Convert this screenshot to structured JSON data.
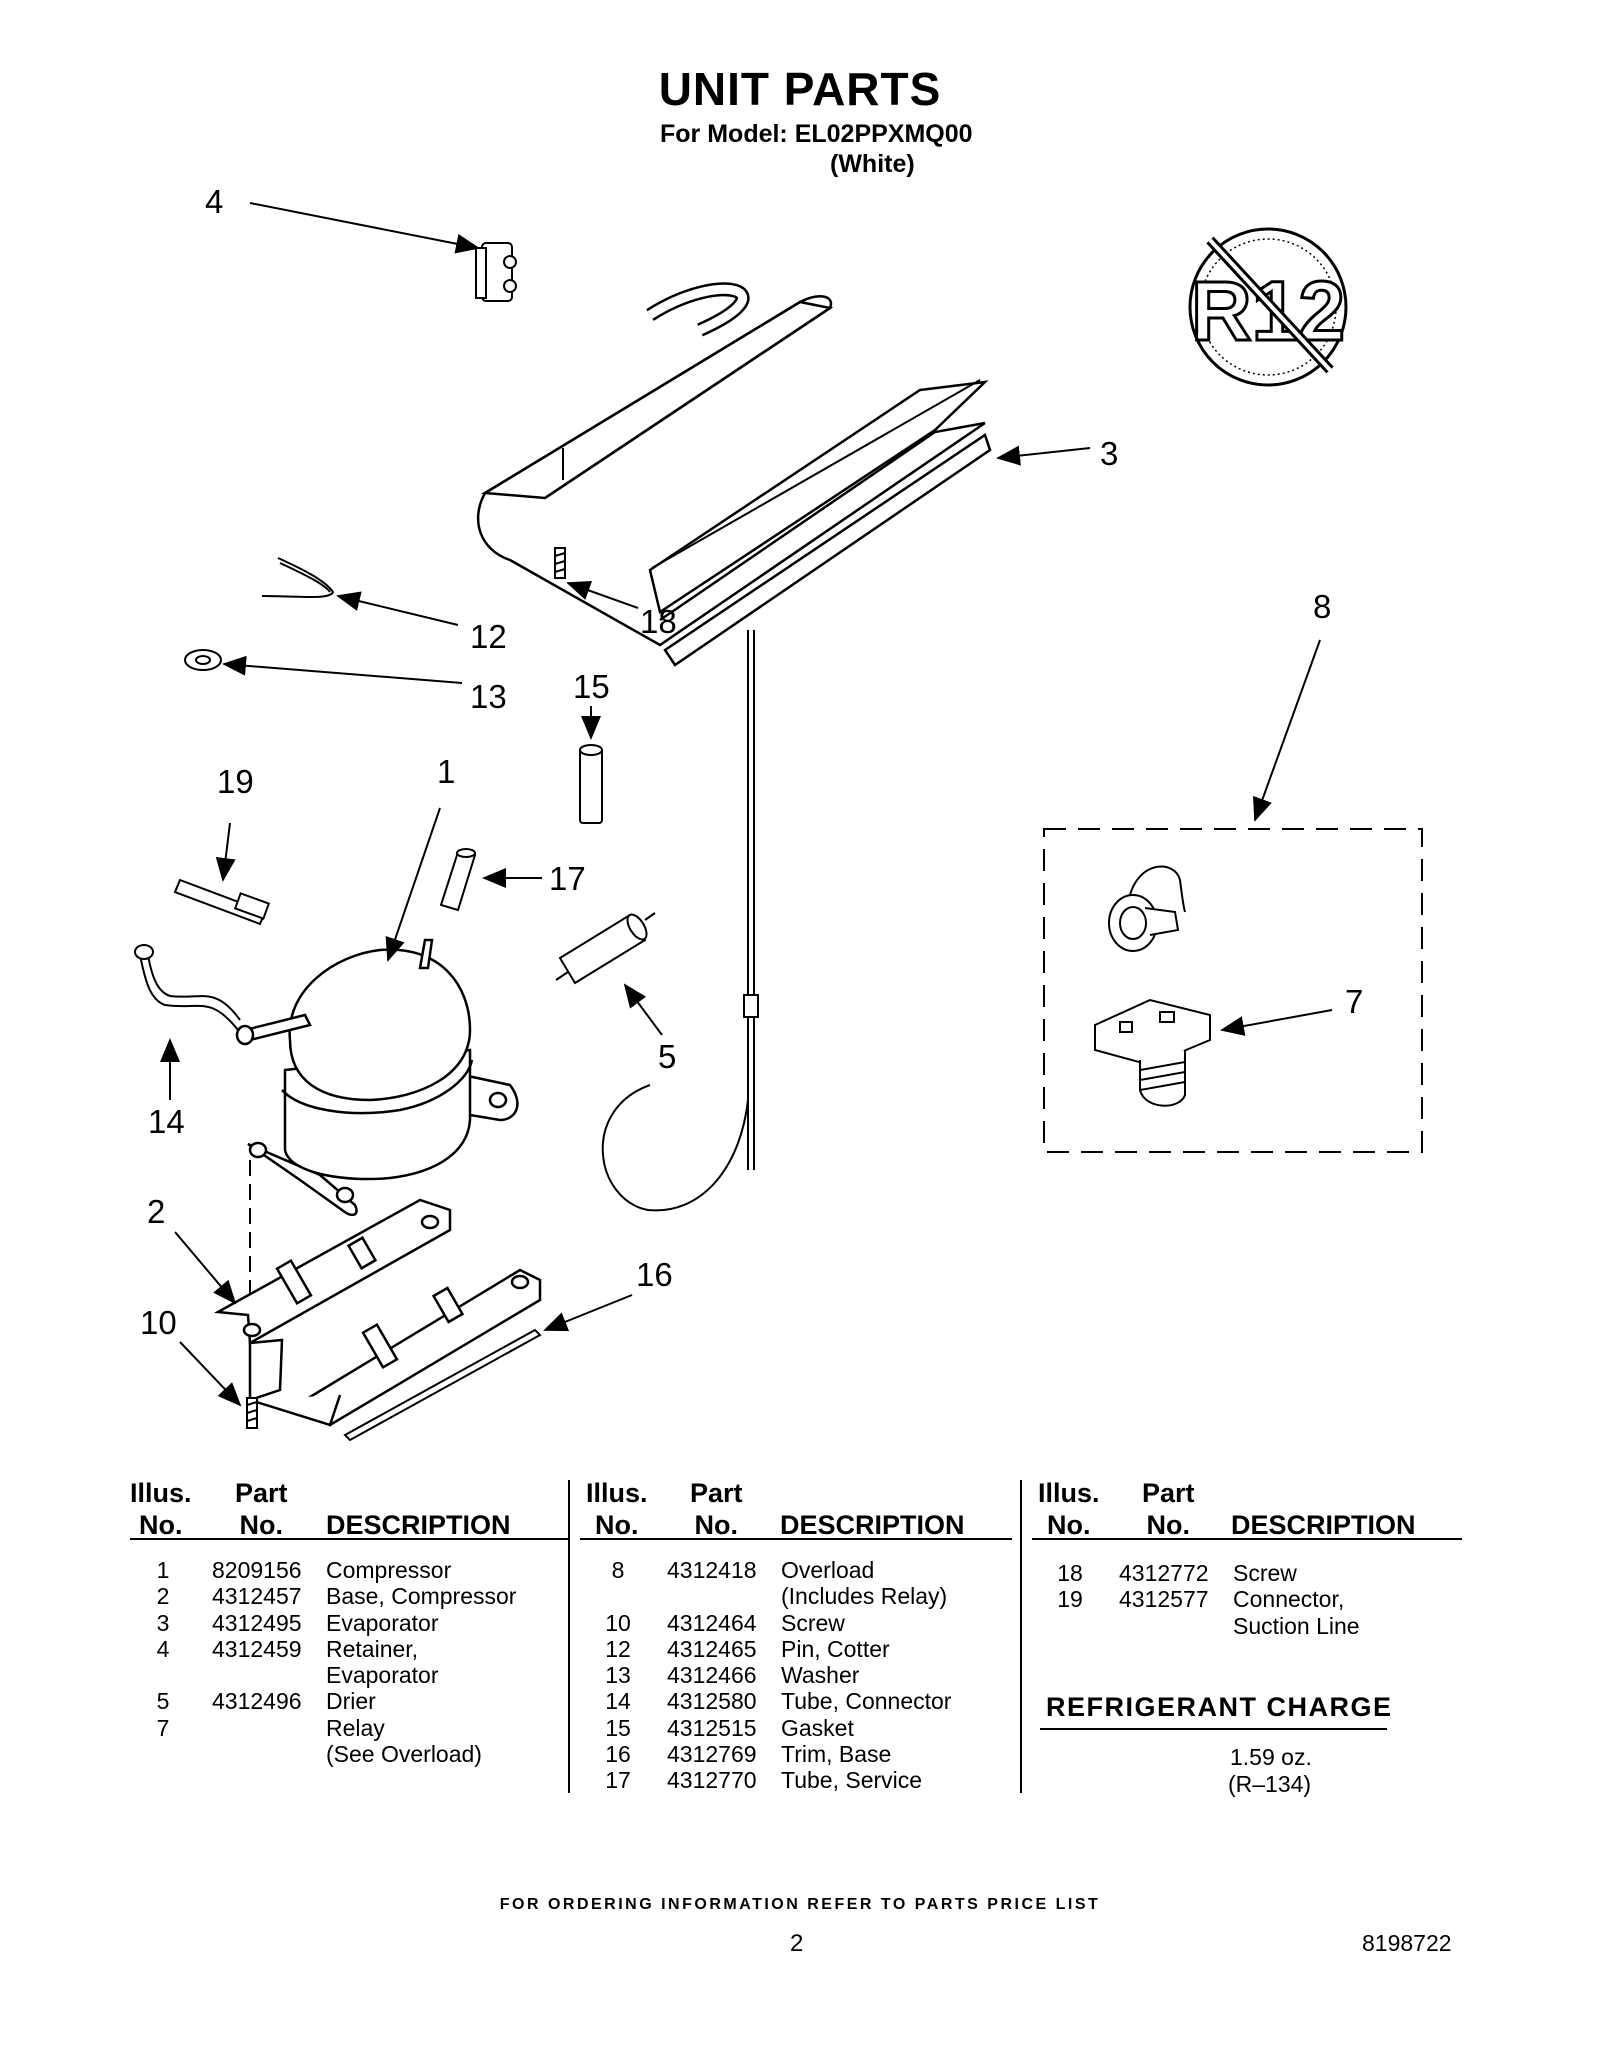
{
  "header": {
    "title": "UNIT PARTS",
    "model_line": "For Model: EL02PPXMQ00",
    "color_line": "(White)"
  },
  "badge": {
    "text": "R12",
    "icon": "no-r12-refrigerant-icon"
  },
  "callouts": [
    "4",
    "3",
    "12",
    "18",
    "13",
    "15",
    "8",
    "19",
    "1",
    "17",
    "7",
    "5",
    "14",
    "2",
    "16",
    "10"
  ],
  "table": {
    "headers": {
      "illus_no": "Illus.\nNo.",
      "part_no": "Part\nNo.",
      "description": "DESCRIPTION"
    },
    "columns": [
      [
        {
          "no": "1",
          "part": "8209156",
          "desc": "Compressor"
        },
        {
          "no": "2",
          "part": "4312457",
          "desc": "Base, Compressor"
        },
        {
          "no": "3",
          "part": "4312495",
          "desc": "Evaporator"
        },
        {
          "no": "4",
          "part": "4312459",
          "desc": "Retainer,"
        },
        {
          "no": "",
          "part": "",
          "desc": "Evaporator"
        },
        {
          "no": "5",
          "part": "4312496",
          "desc": "Drier"
        },
        {
          "no": "7",
          "part": "",
          "desc": "Relay"
        },
        {
          "no": "",
          "part": "",
          "desc": "(See Overload)"
        }
      ],
      [
        {
          "no": "8",
          "part": "4312418",
          "desc": "Overload"
        },
        {
          "no": "",
          "part": "",
          "desc": "(Includes Relay)"
        },
        {
          "no": "10",
          "part": "4312464",
          "desc": "Screw"
        },
        {
          "no": "12",
          "part": "4312465",
          "desc": "Pin, Cotter"
        },
        {
          "no": "13",
          "part": "4312466",
          "desc": "Washer"
        },
        {
          "no": "14",
          "part": "4312580",
          "desc": "Tube, Connector"
        },
        {
          "no": "15",
          "part": "4312515",
          "desc": "Gasket"
        },
        {
          "no": "16",
          "part": "4312769",
          "desc": "Trim, Base"
        },
        {
          "no": "17",
          "part": "4312770",
          "desc": "Tube, Service"
        }
      ],
      [
        {
          "no": "18",
          "part": "4312772",
          "desc": "Screw"
        },
        {
          "no": "19",
          "part": "4312577",
          "desc": "Connector,"
        },
        {
          "no": "",
          "part": "",
          "desc": "Suction Line"
        }
      ]
    ]
  },
  "refrigerant": {
    "title": "REFRIGERANT CHARGE",
    "amount": "1.59 oz.",
    "type": "(R–134)"
  },
  "footer": {
    "note": "FOR ORDERING INFORMATION REFER TO PARTS PRICE LIST",
    "page_number": "2",
    "doc_number": "8198722"
  }
}
